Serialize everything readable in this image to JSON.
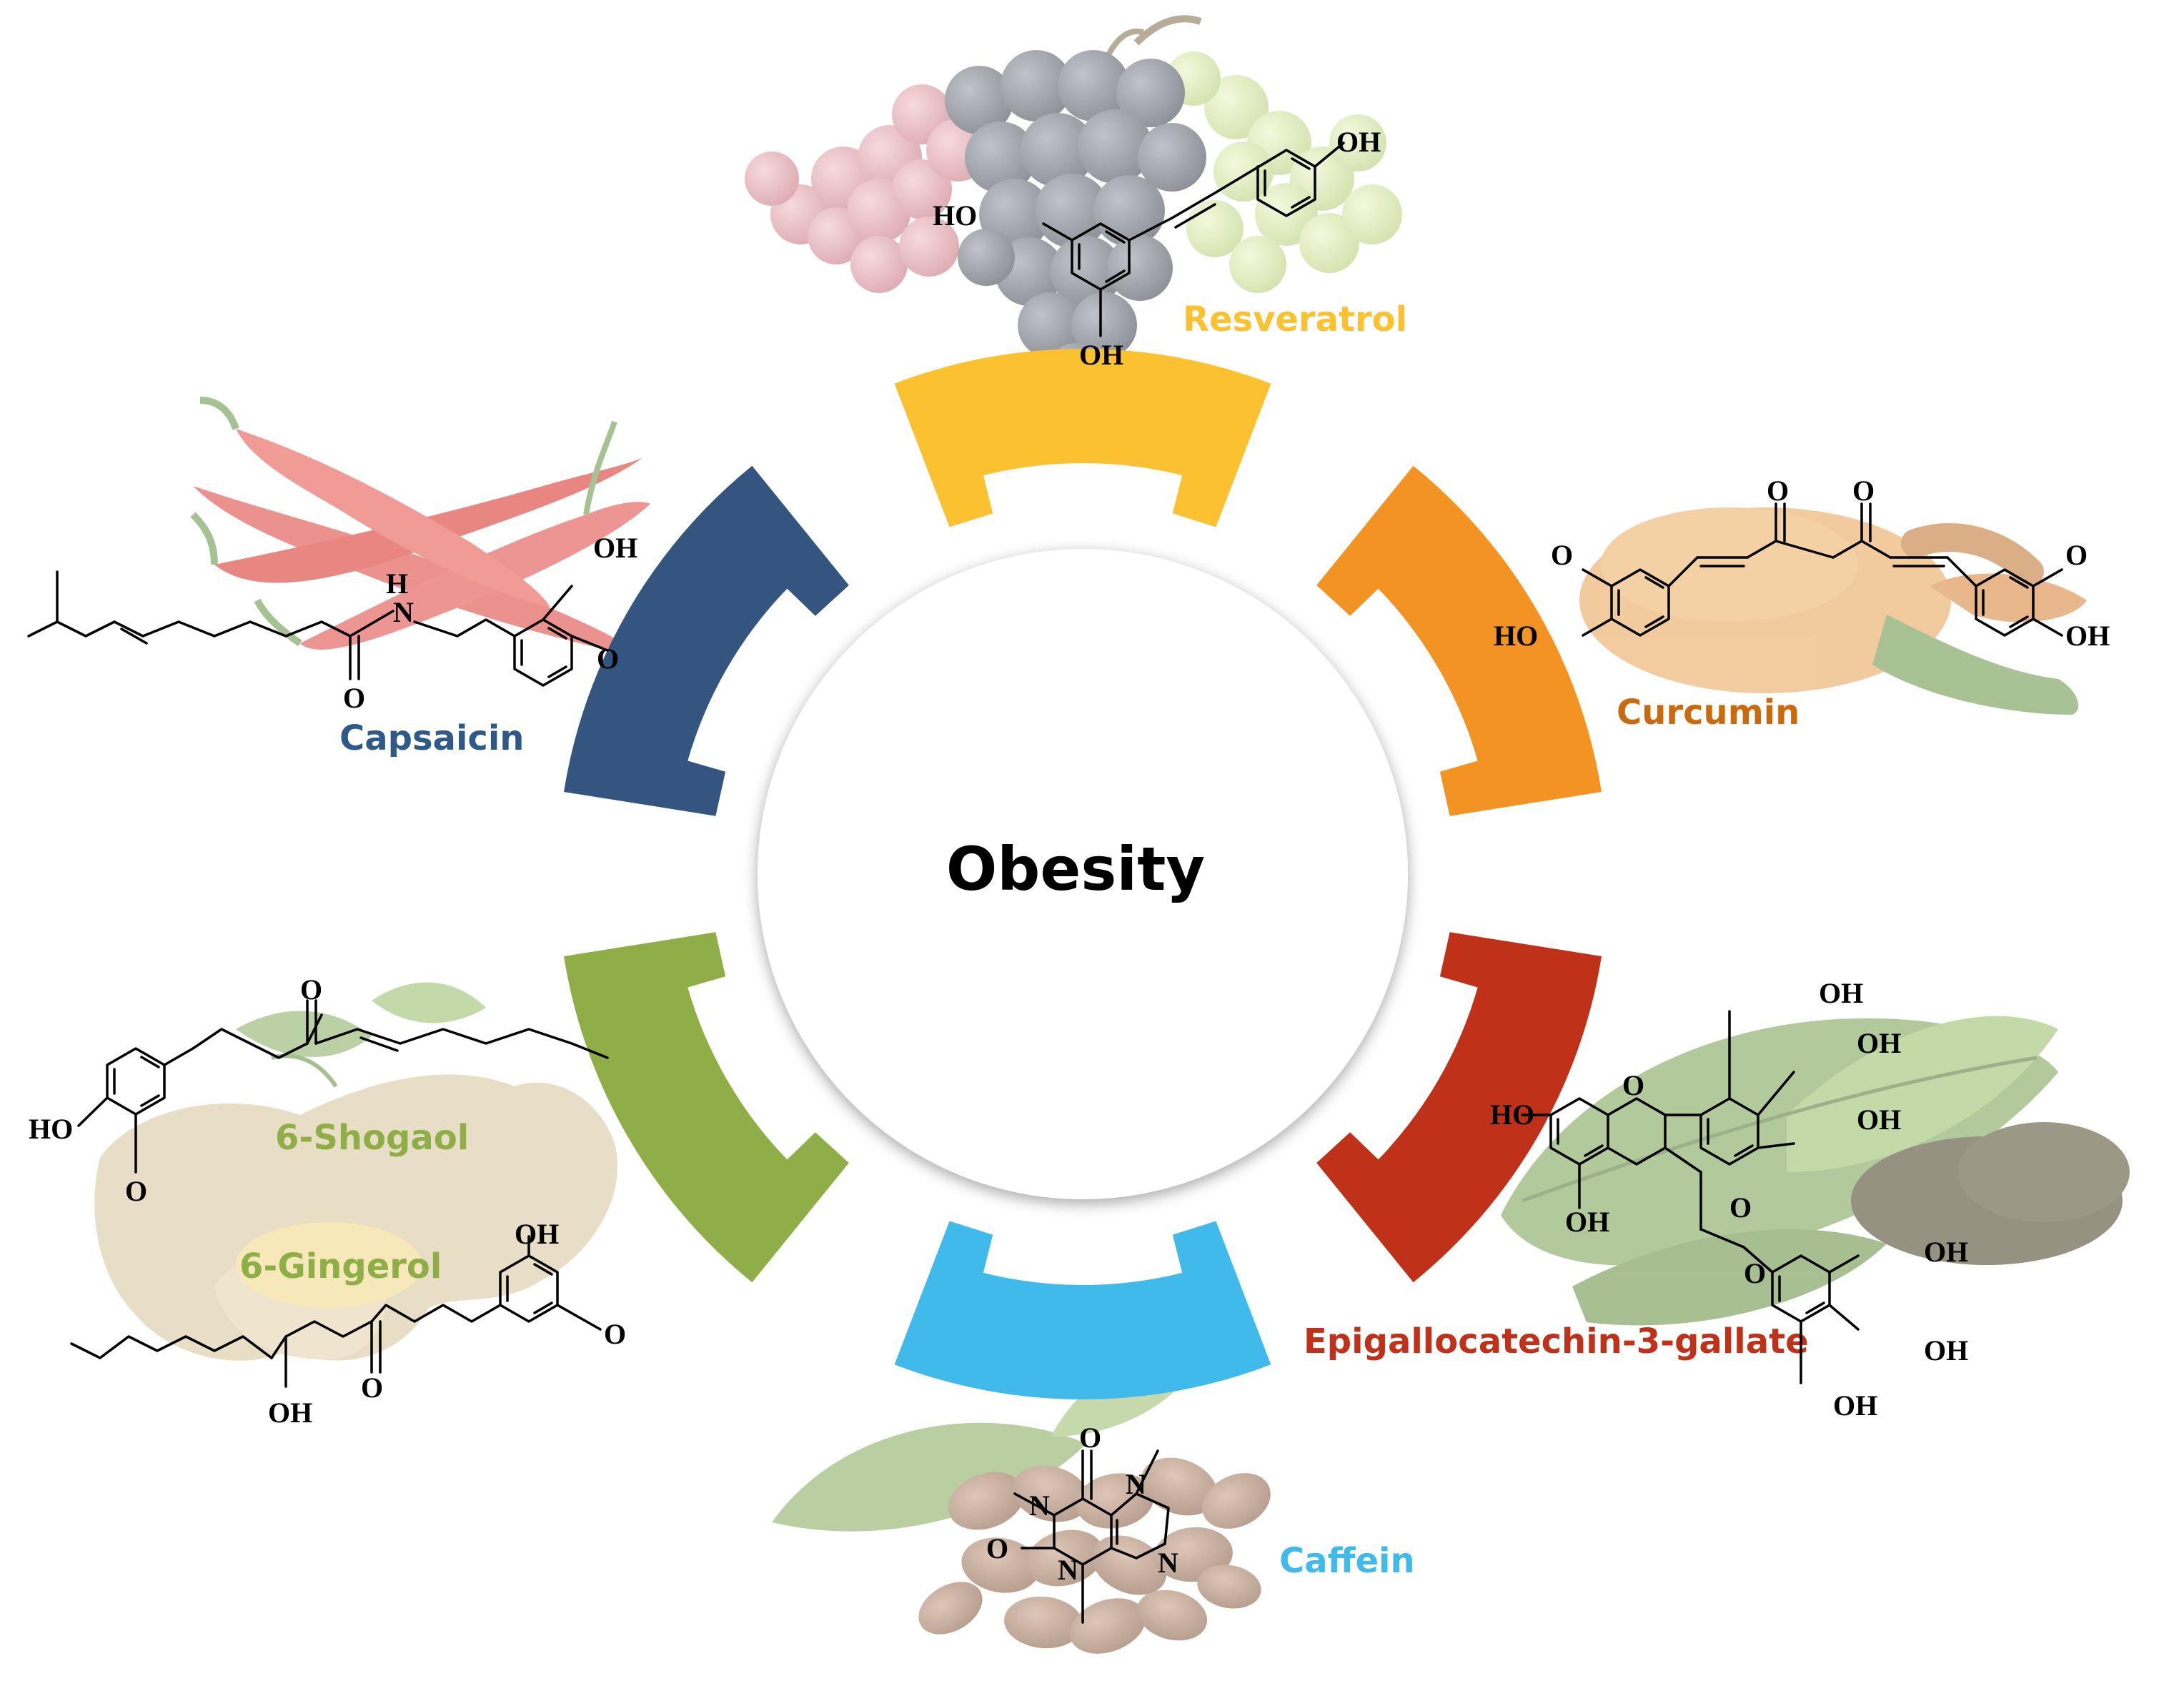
{
  "center": {
    "label": "Obesity"
  },
  "compounds": [
    {
      "id": "resveratrol",
      "name": "Resveratrol",
      "color": "#FBC131",
      "source_icon": "grapes-icon",
      "atoms": [
        "OH",
        "HO",
        "OH"
      ]
    },
    {
      "id": "curcumin",
      "name": "Curcumin",
      "color": "#F39324",
      "label_color": "#C96A0F",
      "source_icon": "turmeric-icon",
      "atoms": [
        "O",
        "O",
        "O",
        "O",
        "HO",
        "OH"
      ]
    },
    {
      "id": "epigallocatechin",
      "name": "Epigallocatechin-3-gallate",
      "color": "#C0311A",
      "source_icon": "tea-leaf-icon",
      "atoms": [
        "OH",
        "OH",
        "HO",
        "O",
        "OH",
        "OH",
        "O",
        "O",
        "OH",
        "OH",
        "OH"
      ]
    },
    {
      "id": "caffein",
      "name": "Caffein",
      "color": "#3FBAEB",
      "source_icon": "coffee-bean-icon",
      "atoms": [
        "O",
        "N",
        "N",
        "O",
        "N",
        "N"
      ]
    },
    {
      "id": "shogaol",
      "name": "6-Shogaol",
      "color": "#8FAE47",
      "source_icon": "ginger-icon",
      "atoms": [
        "O",
        "HO",
        "O"
      ]
    },
    {
      "id": "gingerol",
      "name": "6-Gingerol",
      "color": "#8FAE47",
      "source_icon": "ginger-icon",
      "atoms": [
        "OH",
        "O",
        "OH",
        "O"
      ]
    },
    {
      "id": "capsaicin",
      "name": "Capsaicin",
      "color": "#34557F",
      "label_color": "#2F5A88",
      "source_icon": "chili-pepper-icon",
      "atoms": [
        "OH",
        "H",
        "N",
        "O",
        "O"
      ]
    }
  ]
}
